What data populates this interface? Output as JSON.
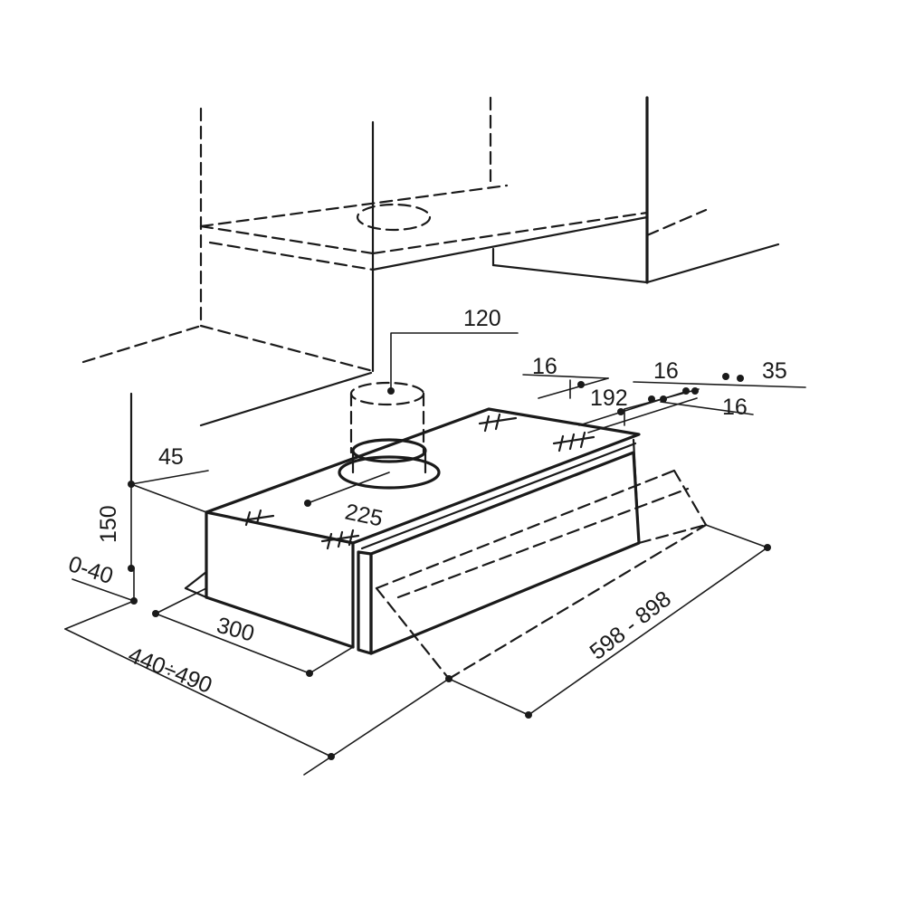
{
  "dimensions": {
    "duct_diameter": "120",
    "offset_top_left": "16",
    "bracket_spacing": "192",
    "offset_top_mid": "16",
    "offset_top_right": "35",
    "offset_right_lower": "16",
    "depth_front": "45",
    "height": "150",
    "wall_gap": "0-40",
    "outlet_distance": "225",
    "depth": "300",
    "depth_extended": "440÷490",
    "width": "598 - 898"
  },
  "colors": {
    "ink": "#1a1a1a",
    "paper": "#ffffff"
  }
}
